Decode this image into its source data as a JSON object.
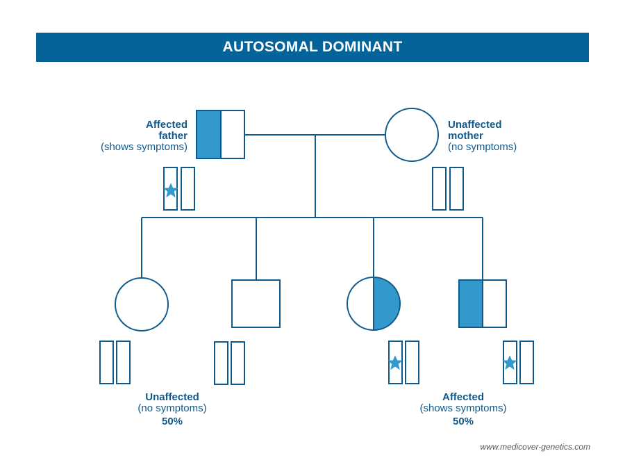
{
  "title": "AUTOSOMAL DOMINANT",
  "father": {
    "line1": "Affected",
    "line2": "father",
    "line3": "(shows symptoms)"
  },
  "mother": {
    "line1": "Unaffected",
    "line2": "mother",
    "line3": "(no symptoms)"
  },
  "unaffected_children": {
    "line1": "Unaffected",
    "line2": "(no symptoms)",
    "pct": "50%"
  },
  "affected_children": {
    "line1": "Affected",
    "line2": "(shows symptoms)",
    "pct": "50%"
  },
  "credit": "www.medicover-genetics.com",
  "colors": {
    "primary": "#0f5a8c",
    "fill": "#3399cc",
    "banner": "#046399"
  }
}
